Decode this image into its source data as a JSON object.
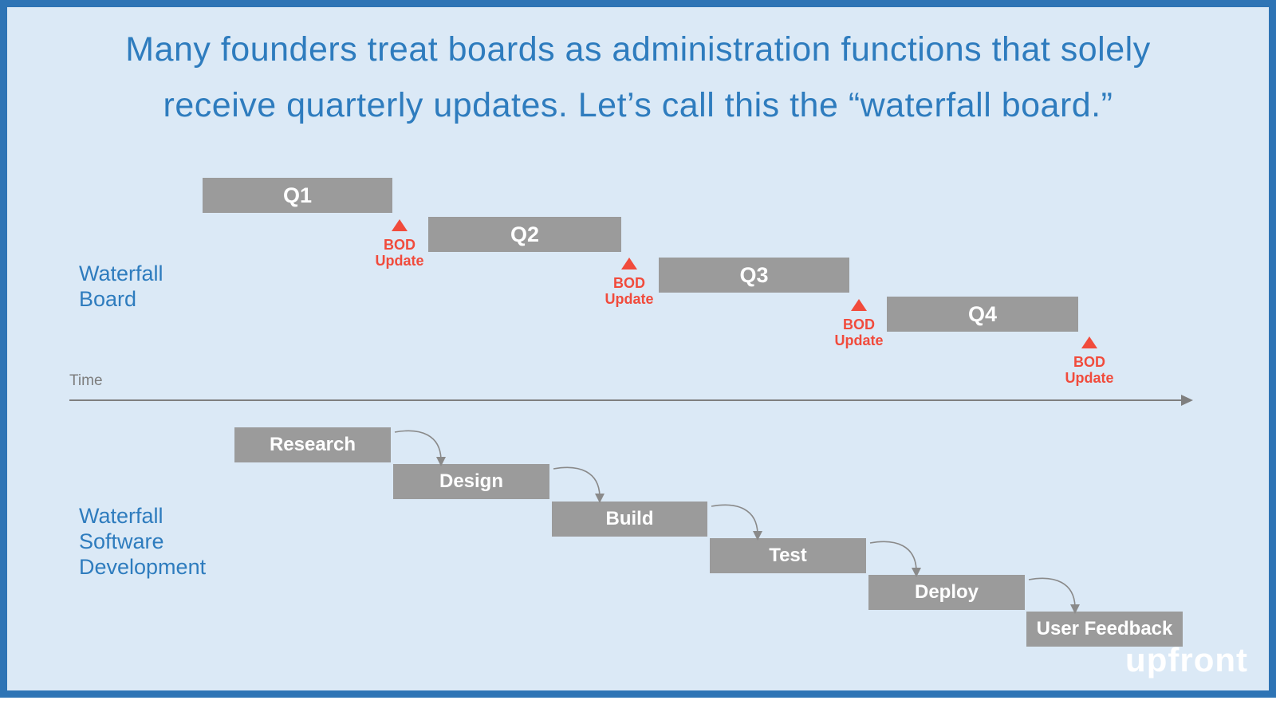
{
  "title": {
    "line1": "Many founders treat boards as administration functions that solely",
    "line2": "receive quarterly updates. Let’s call this the “waterfall board.”"
  },
  "waterfall_board": {
    "label_line1": "Waterfall",
    "label_line2": "Board",
    "quarters": [
      {
        "label": "Q1"
      },
      {
        "label": "Q2"
      },
      {
        "label": "Q3"
      },
      {
        "label": "Q4"
      }
    ],
    "bod_marker": {
      "line1": "BOD",
      "line2": "Update"
    }
  },
  "time_axis": {
    "label": "Time"
  },
  "waterfall_software": {
    "label_line1": "Waterfall",
    "label_line2": "Software",
    "label_line3": "Development",
    "phases": [
      {
        "label": "Research"
      },
      {
        "label": "Design"
      },
      {
        "label": "Build"
      },
      {
        "label": "Test"
      },
      {
        "label": "Deploy"
      },
      {
        "label": "User Feedback"
      }
    ]
  },
  "logo": {
    "text": "upfront"
  },
  "colors": {
    "background": "#dbe9f6",
    "frame_border": "#2e74b5",
    "title_text": "#2e7cbe",
    "bar_fill": "#9b9b9b",
    "bar_text": "#ffffff",
    "bod_marker": "#f14b3c",
    "axis": "#7f7f7f",
    "logo_text": "#ffffff"
  }
}
